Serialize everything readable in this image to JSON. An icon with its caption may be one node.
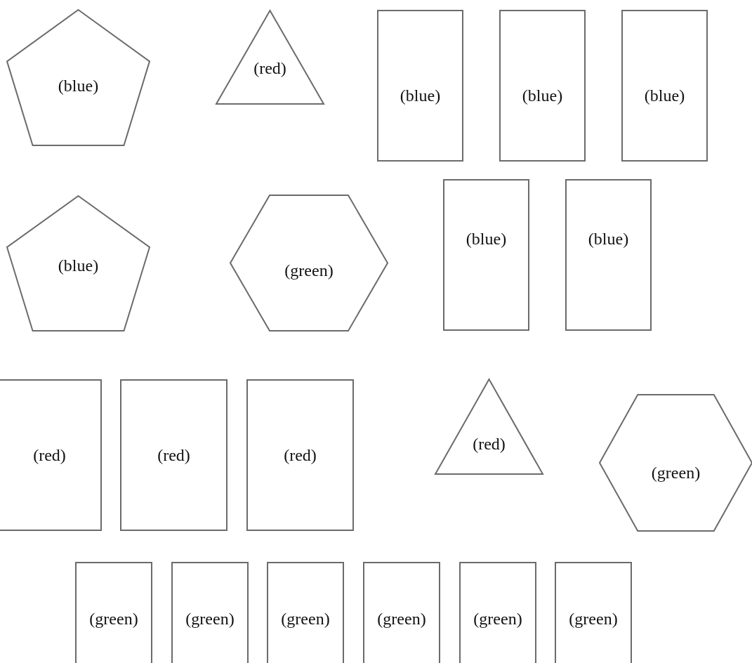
{
  "diagram": {
    "nodes": [
      {
        "text": [
          "(blue)"
        ]
      },
      {
        "text": [
          "(red)"
        ]
      },
      {
        "text": [
          "(blue)"
        ]
      },
      {
        "text": [
          "(blue)"
        ]
      },
      {
        "text": [
          "(blue)"
        ]
      },
      {
        "text": [
          "(blue)"
        ]
      },
      {
        "text": [
          "(green)"
        ]
      },
      {
        "text": [
          "(blue)"
        ]
      },
      {
        "text": [
          "(blue)"
        ]
      },
      {
        "text": [
          "(red)"
        ]
      },
      {
        "text": [
          "(red)"
        ]
      },
      {
        "text": [
          "(red)"
        ]
      },
      {
        "text": [
          "(red)"
        ]
      },
      {
        "text": [
          "(green)"
        ]
      },
      {
        "text": [
          "(green)"
        ]
      },
      {
        "text": [
          "(green)"
        ]
      },
      {
        "text": [
          "(green)"
        ]
      },
      {
        "text": [
          "(green)"
        ]
      },
      {
        "text": [
          "(green)"
        ]
      },
      {
        "text": [
          "(green)"
        ]
      }
    ]
  }
}
